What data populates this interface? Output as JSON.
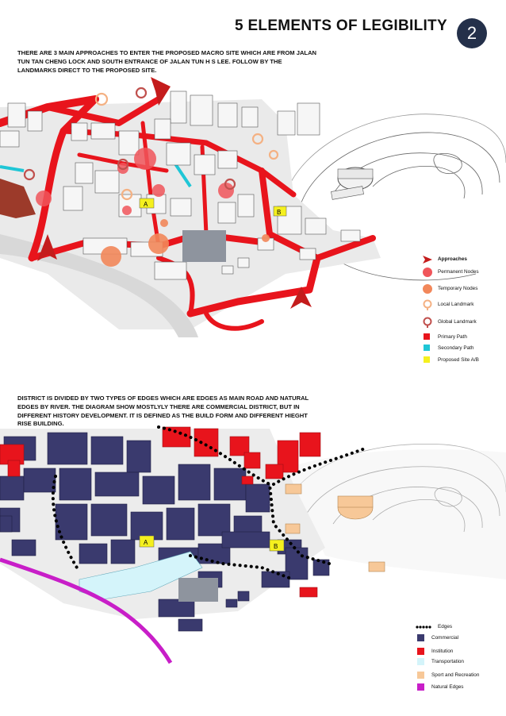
{
  "header": {
    "title": "5 ELEMENTS OF LEGIBILITY",
    "page_number": "2"
  },
  "section1": {
    "paragraph": "THERE ARE 3 MAIN APPROACHES TO ENTER THE PROPOSED MACRO SITE WHICH ARE FROM JALAN TUN TAN CHENG LOCK AND SOUTH ENTRANCE OF JALAN TUN H S LEE. FOLLOW BY THE LANDMARKS DIRECT TO THE PROPOSED SITE.",
    "site_labels": [
      "A",
      "B"
    ],
    "legend": [
      {
        "label": "Approaches",
        "symbol": "arrow-icon",
        "color": "#c41c1c"
      },
      {
        "label": "Permanent Nodes",
        "symbol": "circle-icon",
        "color": "#f0555a"
      },
      {
        "label": "Temporary Nodes",
        "symbol": "circle-icon",
        "color": "#f2875a"
      },
      {
        "label": "Local Landmark",
        "symbol": "pin-icon",
        "color": "#f4b183"
      },
      {
        "label": "Global Landmark",
        "symbol": "pin-icon",
        "color": "#c0504d"
      },
      {
        "label": "Primary Path",
        "symbol": "square-icon",
        "color": "#e8141c"
      },
      {
        "label": "Secondary Path",
        "symbol": "square-icon",
        "color": "#1fc6d6"
      },
      {
        "label": "Proposed Site A/B",
        "symbol": "square-icon",
        "color": "#f5f01e"
      }
    ]
  },
  "section2": {
    "paragraph": "DISTRICT IS DIVIDED BY TWO TYPES OF EDGES WHICH ARE EDGES AS MAIN ROAD AND NATURAL EDGES BY RIVER. THE DIAGRAM SHOW MOSTLYLY THERE ARE COMMERCIAL DISTRICT, BUT IN DIFFERENT HISTORY DEVELOPMENT. IT IS DEFINED AS THE BUILD FORM AND DIFFERENT HIEGHT RISE BUILDING.",
    "site_labels": [
      "A",
      "B"
    ],
    "legend": [
      {
        "label": "Edges",
        "symbol": "dots-icon",
        "color": "#000000"
      },
      {
        "label": "Commercial",
        "symbol": "square-icon",
        "color": "#3a3a6e"
      },
      {
        "label": "Institution",
        "symbol": "square-icon",
        "color": "#e8141c"
      },
      {
        "label": "Transportation",
        "symbol": "square-icon",
        "color": "#d4f4fa"
      },
      {
        "label": "Sport and Recreation",
        "symbol": "square-icon",
        "color": "#f7c898"
      },
      {
        "label": "Natural Edges",
        "symbol": "square-icon",
        "color": "#c81ec8"
      }
    ]
  }
}
